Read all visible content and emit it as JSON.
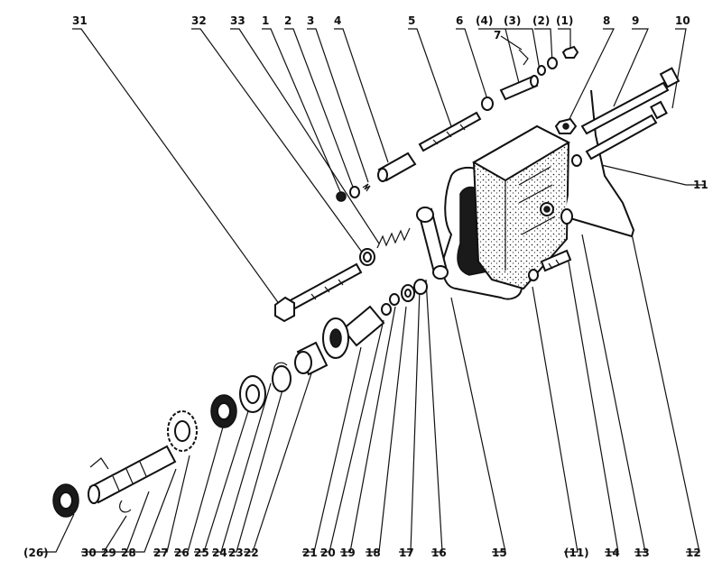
{
  "labels": {
    "top": [
      "31",
      "32",
      "33",
      "1",
      "2",
      "3",
      "4",
      "5",
      "6",
      "(4)",
      "(3)",
      "(2)",
      "(1)",
      "7",
      "8",
      "9",
      "10",
      "11"
    ],
    "bottom": [
      "(26)",
      "30",
      "29",
      "28",
      "27",
      "26",
      "25",
      "24",
      "23",
      "22",
      "21",
      "20",
      "19",
      "18",
      "17",
      "16",
      "15",
      "(11)",
      "14",
      "13",
      "12"
    ]
  }
}
